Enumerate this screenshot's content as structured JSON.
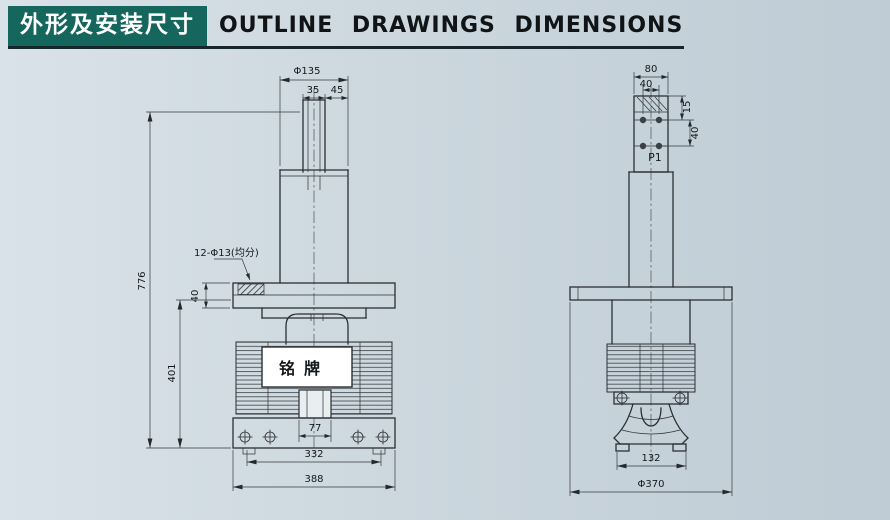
{
  "header": {
    "title_cn": "外形及安装尺寸",
    "title_en": "OUTLINE DRAWINGS DIMENSIONS"
  },
  "front_view": {
    "dims": {
      "top_diameter": "Φ135",
      "terminal_a": "35",
      "terminal_b": "45",
      "mounting_holes": "12-Φ13(均分)",
      "flange_thickness": "40",
      "overall_height": "776",
      "body_height": "401",
      "bottom_box_width": "77",
      "bolt_span": "332",
      "base_width": "388"
    },
    "nameplate": "铭牌"
  },
  "side_view": {
    "terminal_label": "P1",
    "dims": {
      "terminal_width": "80",
      "hole_span": "40",
      "hole_offset_top": "15",
      "hole_pitch": "40",
      "base_width": "132",
      "flange_diameter": "Φ370"
    }
  },
  "colors": {
    "header_bg": "#15665c",
    "header_text": "#ffffff",
    "line": "#2b2f33",
    "canvas": "#ccd7de"
  }
}
